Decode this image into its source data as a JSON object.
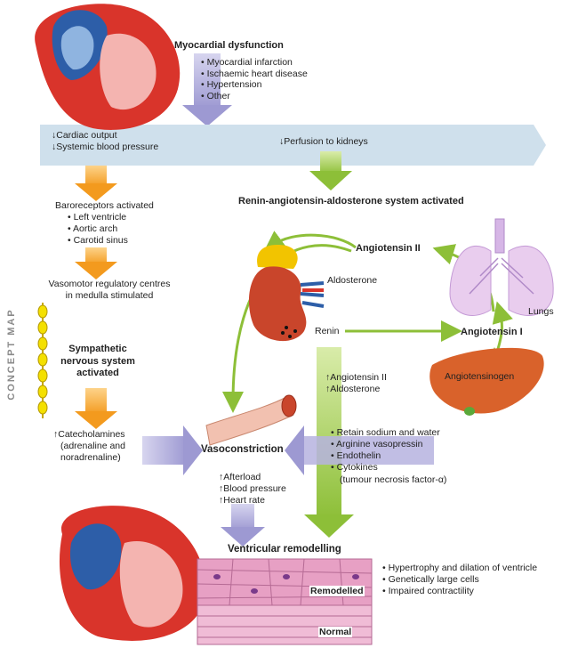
{
  "side_title": "CONCEPT MAP",
  "myocardial": {
    "title": "Myocardial dysfunction",
    "items": [
      "Myocardial infarction",
      "Ischaemic heart disease",
      "Hypertension",
      "Other"
    ]
  },
  "band": {
    "left_line1": "Cardiac output",
    "left_line2": "Systemic blood pressure",
    "right": "Perfusion to kidneys",
    "arrow_down": "↓"
  },
  "baroreceptors": {
    "title": "Baroreceptors activated",
    "items": [
      "Left ventricle",
      "Aortic arch",
      "Carotid sinus"
    ]
  },
  "vasomotor": {
    "line1": "Vasomotor regulatory centres",
    "line2": "in medulla stimulated"
  },
  "sympathetic": {
    "line1": "Sympathetic",
    "line2": "nervous system",
    "line3": "activated"
  },
  "catecholamines": {
    "line1": "Catecholamines",
    "line2": "(adrenaline and",
    "line3": "noradrenaline)",
    "arrow_up": "↑"
  },
  "raas": {
    "title": "Renin-angiotensin-aldosterone system activated"
  },
  "angiotensin2": "Angiotensin II",
  "angiotensin1": "Angiotensin I",
  "aldosterone": "Aldosterone",
  "renin": "Renin",
  "lungs": "Lungs",
  "angiotensinogen": "Angiotensinogen",
  "raas_up": {
    "line1": "Angiotensin II",
    "line2": "Aldosterone",
    "arrow_up": "↑"
  },
  "effects": {
    "items": [
      "Retain sodium and water",
      "Arginine vasopressin",
      "Endothelin",
      "Cytokines"
    ],
    "sub": "(tumour necrosis factor-α)"
  },
  "vasoconstriction": "Vasoconstriction",
  "afterload": {
    "line1": "Afterload",
    "line2": "Blood pressure",
    "line3": "Heart rate",
    "arrow_up": "↑"
  },
  "remodelling": {
    "title": "Ventricular remodelling",
    "items": [
      "Hypertrophy and dilation of ventricle",
      "Genetically large cells",
      "Impaired contractility"
    ],
    "remodelled": "Remodelled",
    "normal": "Normal"
  },
  "colors": {
    "band": "#cfe0ec",
    "orange_arrow": "#f5a623",
    "purple_arrow": "#a9a6d6",
    "green_arrow": "#9ecb4a",
    "heart_red": "#d9342b",
    "heart_blue": "#2d5ea8",
    "tissue_pink": "#e7a0c4"
  }
}
